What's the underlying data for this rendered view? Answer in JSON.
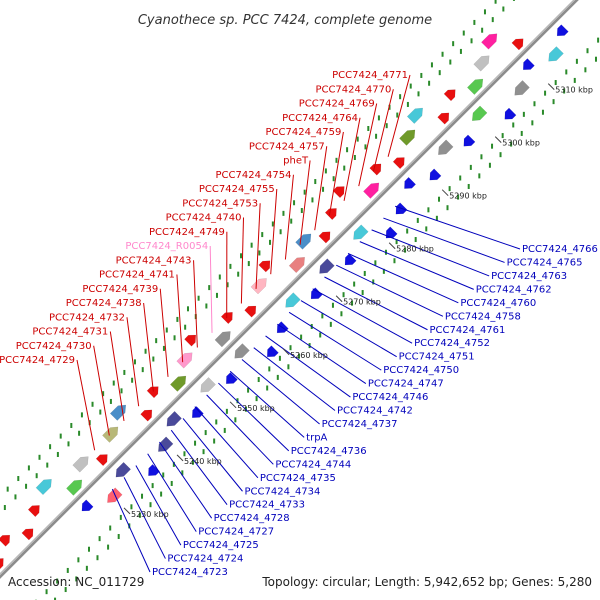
{
  "title": "Cyanothece sp. PCC 7424, complete genome",
  "footer": {
    "accession": "Accession: NC_011729",
    "topology": "Topology: circular; Length: 5,942,652 bp; Genes: 5,280"
  },
  "colors": {
    "backbone": "#8c8c8c",
    "forward_label": "#cc0000",
    "reverse_label": "#0000bb",
    "rna_label": "#ff88cc",
    "tick": "#2a8a2a"
  },
  "ruler": [
    "5230 kbp",
    "5240 kbp",
    "5250 kbp",
    "5260 kbp",
    "5270 kbp",
    "5280 kbp",
    "5290 kbp",
    "5300 kbp",
    "5310 kbp"
  ],
  "labels_upper": [
    {
      "text": "PCC7424_4771",
      "kind": "forward"
    },
    {
      "text": "PCC7424_4770",
      "kind": "forward"
    },
    {
      "text": "PCC7424_4769",
      "kind": "forward"
    },
    {
      "text": "PCC7424_4764",
      "kind": "forward"
    },
    {
      "text": "PCC7424_4759",
      "kind": "forward"
    },
    {
      "text": "PCC7424_4757",
      "kind": "forward"
    },
    {
      "text": "pheT",
      "kind": "forward"
    },
    {
      "text": "PCC7424_4754",
      "kind": "forward"
    },
    {
      "text": "PCC7424_4755",
      "kind": "forward"
    },
    {
      "text": "PCC7424_4753",
      "kind": "forward"
    },
    {
      "text": "PCC7424_4740",
      "kind": "forward"
    },
    {
      "text": "PCC7424_4749",
      "kind": "forward"
    },
    {
      "text": "PCC7424_R0054",
      "kind": "rna"
    },
    {
      "text": "PCC7424_4743",
      "kind": "forward"
    },
    {
      "text": "PCC7424_4741",
      "kind": "forward"
    },
    {
      "text": "PCC7424_4739",
      "kind": "forward"
    },
    {
      "text": "PCC7424_4738",
      "kind": "forward"
    },
    {
      "text": "PCC7424_4732",
      "kind": "forward"
    },
    {
      "text": "PCC7424_4731",
      "kind": "forward"
    },
    {
      "text": "PCC7424_4730",
      "kind": "forward"
    },
    {
      "text": "PCC7424_4729",
      "kind": "forward"
    }
  ],
  "labels_lower": [
    {
      "text": "PCC7424_4766",
      "kind": "reverse"
    },
    {
      "text": "PCC7424_4765",
      "kind": "reverse"
    },
    {
      "text": "PCC7424_4763",
      "kind": "reverse"
    },
    {
      "text": "PCC7424_4762",
      "kind": "reverse"
    },
    {
      "text": "PCC7424_4760",
      "kind": "reverse"
    },
    {
      "text": "PCC7424_4758",
      "kind": "reverse"
    },
    {
      "text": "PCC7424_4761",
      "kind": "reverse"
    },
    {
      "text": "PCC7424_4752",
      "kind": "reverse"
    },
    {
      "text": "PCC7424_4751",
      "kind": "reverse"
    },
    {
      "text": "PCC7424_4750",
      "kind": "reverse"
    },
    {
      "text": "PCC7424_4747",
      "kind": "reverse"
    },
    {
      "text": "PCC7424_4746",
      "kind": "reverse"
    },
    {
      "text": "PCC7424_4742",
      "kind": "reverse"
    },
    {
      "text": "PCC7424_4737",
      "kind": "reverse"
    },
    {
      "text": "trpA",
      "kind": "reverse"
    },
    {
      "text": "PCC7424_4736",
      "kind": "reverse"
    },
    {
      "text": "PCC7424_4744",
      "kind": "reverse"
    },
    {
      "text": "PCC7424_4735",
      "kind": "reverse"
    },
    {
      "text": "PCC7424_4734",
      "kind": "reverse"
    },
    {
      "text": "PCC7424_4733",
      "kind": "reverse"
    },
    {
      "text": "PCC7424_4728",
      "kind": "reverse"
    },
    {
      "text": "PCC7424_4727",
      "kind": "reverse"
    },
    {
      "text": "PCC7424_4725",
      "kind": "reverse"
    },
    {
      "text": "PCC7424_4724",
      "kind": "reverse"
    },
    {
      "text": "PCC7424_4723",
      "kind": "reverse"
    }
  ],
  "features_forward": [
    {
      "color": "#e81010"
    },
    {
      "color": "#e81010"
    },
    {
      "color": "#e81010"
    },
    {
      "color": "#e81010"
    },
    {
      "color": "#48c8d8"
    },
    {
      "color": "#58c850"
    },
    {
      "color": "#c0c0c0"
    },
    {
      "color": "#e81010"
    },
    {
      "color": "#b8b878"
    },
    {
      "color": "#4a8ec8"
    },
    {
      "color": "#e81010"
    },
    {
      "color": "#e81010"
    },
    {
      "color": "#6f9a2a"
    },
    {
      "color": "#ff99cc"
    },
    {
      "color": "#e81010"
    },
    {
      "color": "#909090"
    },
    {
      "color": "#e81010"
    },
    {
      "color": "#e81010"
    },
    {
      "color": "#ffb6c1"
    },
    {
      "color": "#e81010"
    },
    {
      "color": "#e88080"
    },
    {
      "color": "#4a8ec8"
    },
    {
      "color": "#e81010"
    },
    {
      "color": "#e81010"
    },
    {
      "color": "#e81010"
    },
    {
      "color": "#ff20a0"
    },
    {
      "color": "#e81010"
    },
    {
      "color": "#e81010"
    },
    {
      "color": "#6f9a2a"
    },
    {
      "color": "#48c8d8"
    },
    {
      "color": "#e81010"
    },
    {
      "color": "#e81010"
    },
    {
      "color": "#58c850"
    },
    {
      "color": "#c0c0c0"
    },
    {
      "color": "#ff20a0"
    },
    {
      "color": "#e81010"
    }
  ],
  "features_reverse": [
    {
      "color": "#1010e0"
    },
    {
      "color": "#ff6070"
    },
    {
      "color": "#4a4a9a"
    },
    {
      "color": "#1010e0"
    },
    {
      "color": "#4a4a9a"
    },
    {
      "color": "#4a4a9a"
    },
    {
      "color": "#1010e0"
    },
    {
      "color": "#c0c0c0"
    },
    {
      "color": "#1010e0"
    },
    {
      "color": "#909090"
    },
    {
      "color": "#1010e0"
    },
    {
      "color": "#1010e0"
    },
    {
      "color": "#48c8d8"
    },
    {
      "color": "#1010e0"
    },
    {
      "color": "#4a4a9a"
    },
    {
      "color": "#1010e0"
    },
    {
      "color": "#48c8d8"
    },
    {
      "color": "#1010e0"
    },
    {
      "color": "#1010e0"
    },
    {
      "color": "#1010e0"
    },
    {
      "color": "#1010e0"
    },
    {
      "color": "#909090"
    },
    {
      "color": "#1010e0"
    },
    {
      "color": "#58c850"
    },
    {
      "color": "#1010e0"
    },
    {
      "color": "#909090"
    },
    {
      "color": "#1010e0"
    },
    {
      "color": "#48c8d8"
    },
    {
      "color": "#1010e0"
    }
  ]
}
